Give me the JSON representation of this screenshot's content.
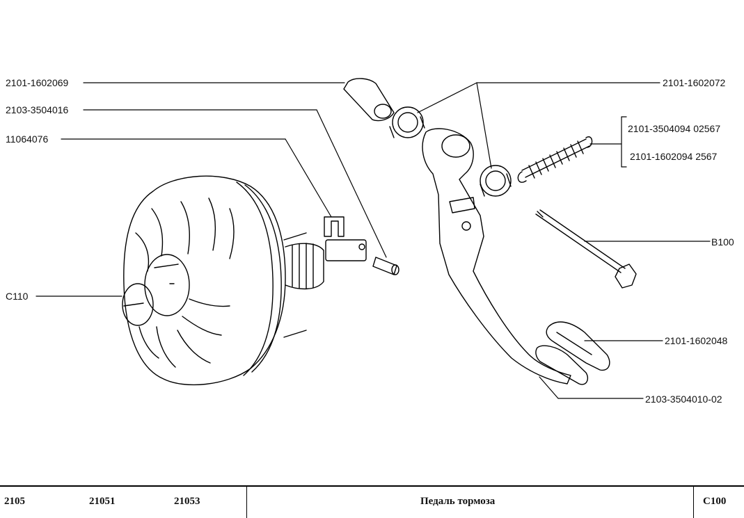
{
  "diagram": {
    "callouts": [
      {
        "id": "c1",
        "label": "2101-1602069"
      },
      {
        "id": "c2",
        "label": "2103-3504016"
      },
      {
        "id": "c3",
        "label": "11064076"
      },
      {
        "id": "c4",
        "label": "C110"
      },
      {
        "id": "c5",
        "label": "2101-1602072"
      },
      {
        "id": "c6",
        "label": "2101-3504094 02567"
      },
      {
        "id": "c7",
        "label": "2101-1602094  2567"
      },
      {
        "id": "c8",
        "label": "B100"
      },
      {
        "id": "c9",
        "label": "2101-1602048"
      },
      {
        "id": "c10",
        "label": "2103-3504010-02"
      }
    ]
  },
  "footer": {
    "models": [
      "2105",
      "21051",
      "21053"
    ],
    "title": "Педаль тормоза",
    "code": "C100"
  }
}
